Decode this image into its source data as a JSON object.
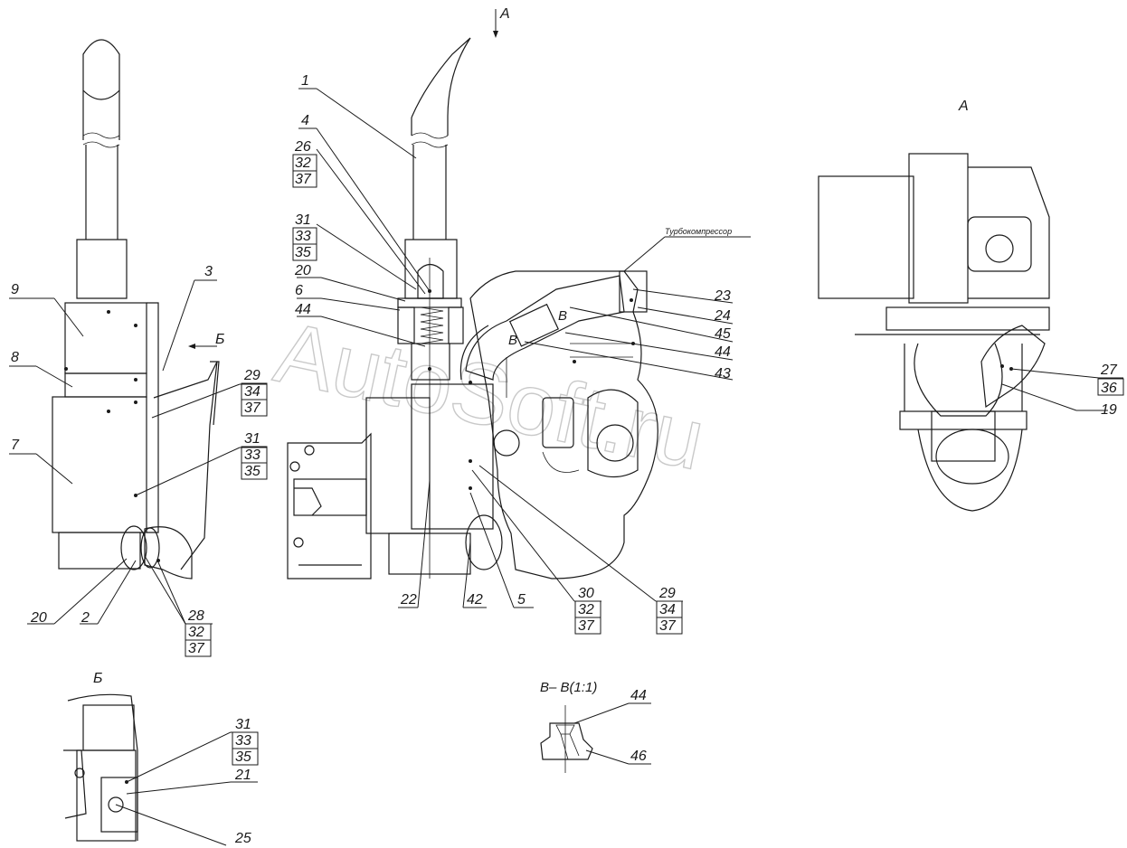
{
  "watermark": "AutoSoft.ru",
  "view_labels": {
    "arrow_a": "A",
    "view_a": "A",
    "arrow_b": "Б",
    "view_b": "Б",
    "section_vv": "В– В(1:1)",
    "section_v1": "В",
    "section_v2": "В"
  },
  "turbo_label": "Турбокомпрессор",
  "left_view": {
    "l9": "9",
    "l8": "8",
    "l7": "7",
    "l3": "3",
    "g1": [
      "29",
      "34",
      "37"
    ],
    "g2": [
      "31",
      "33",
      "35"
    ],
    "l20": "20",
    "l2": "2",
    "g3": [
      "28",
      "32",
      "37"
    ]
  },
  "center_view": {
    "l1": "1",
    "l4": "4",
    "g26": [
      "26",
      "32",
      "37"
    ],
    "g31": [
      "31",
      "33",
      "35"
    ],
    "l20": "20",
    "l6": "6",
    "l44": "44",
    "r23": "23",
    "r24": "24",
    "r45": "45",
    "r44": "44",
    "r43": "43",
    "b22": "22",
    "b42": "42",
    "b5": "5",
    "g30": [
      "30",
      "32",
      "37"
    ],
    "g29": [
      "29",
      "34",
      "37"
    ]
  },
  "view_a_labels": {
    "g27": [
      "27",
      "36"
    ],
    "l19": "19"
  },
  "view_b_labels": {
    "g31": [
      "31",
      "33",
      "35"
    ],
    "l21": "21",
    "l25": "25"
  },
  "section_labels": {
    "l44": "44",
    "l46": "46"
  }
}
